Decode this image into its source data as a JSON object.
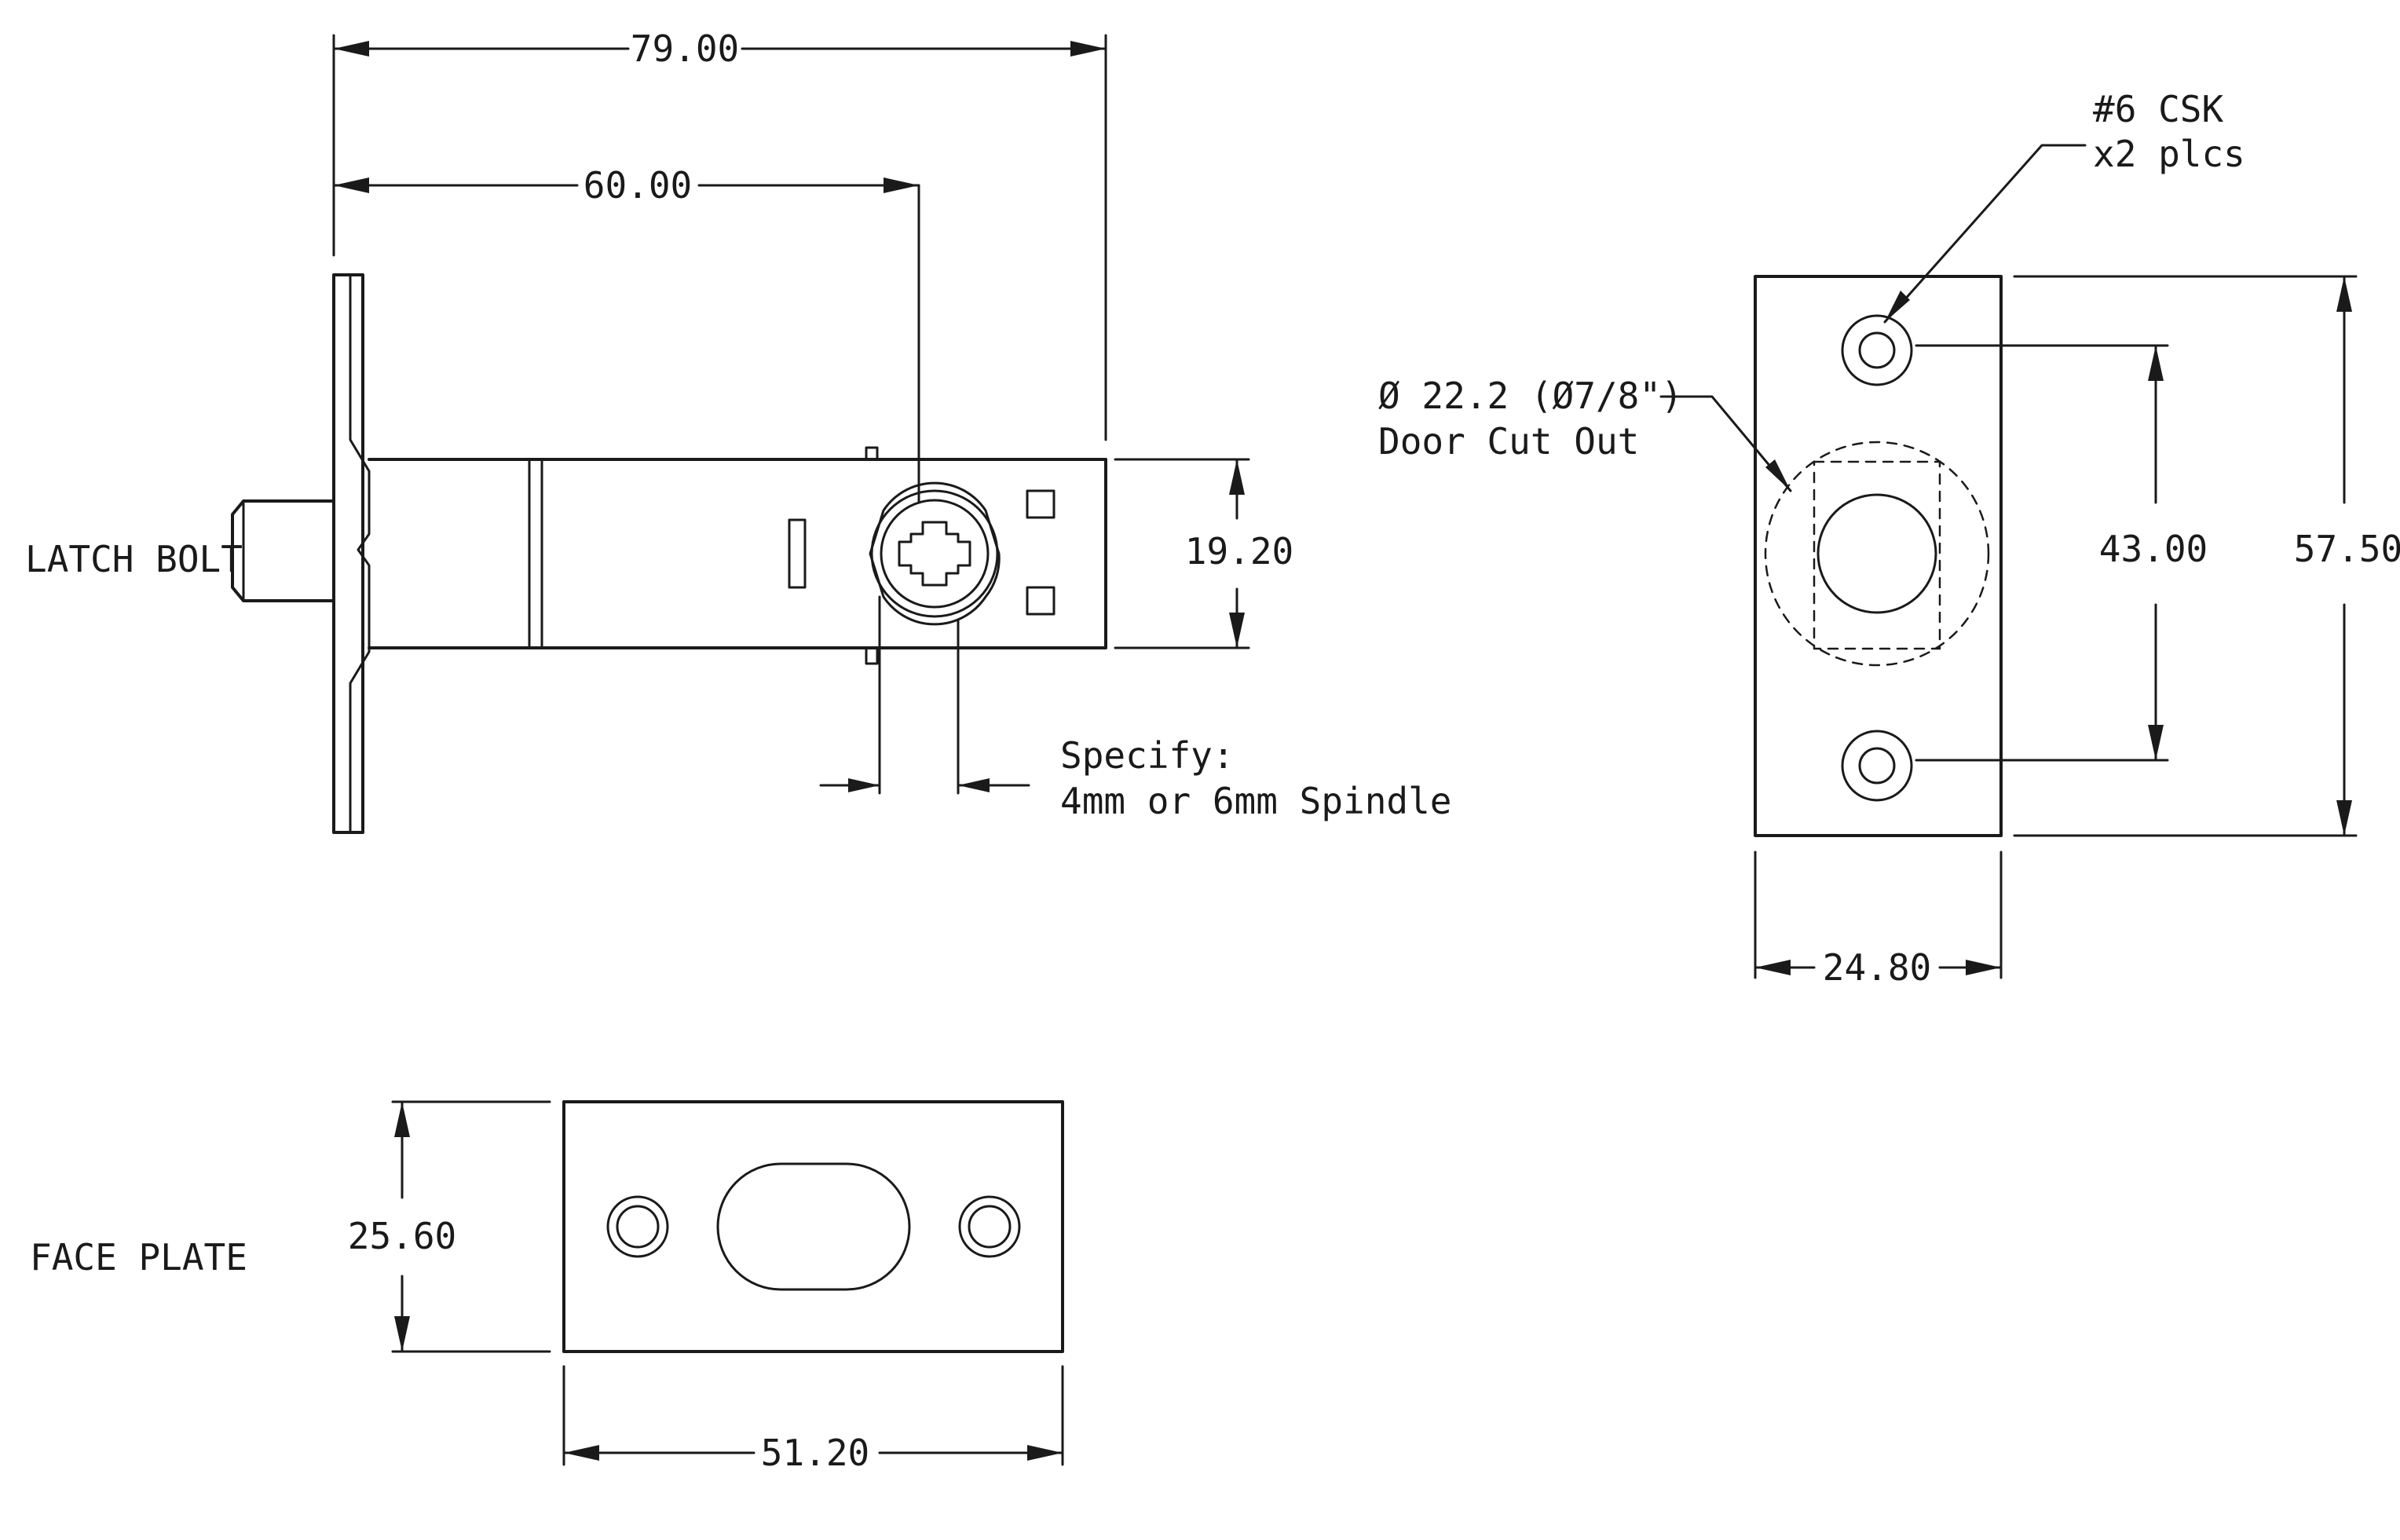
{
  "latch_view": {
    "label": "LATCH BOLT",
    "dim_overall": "79.00",
    "dim_backset": "60.00",
    "dim_height": "19.20",
    "spindle_note_line1": "Specify:",
    "spindle_note_line2": "4mm or 6mm Spindle"
  },
  "strike_view": {
    "screw_note_line1": "#6 CSK",
    "screw_note_line2": "x2 plcs",
    "cutout_note_line1": "Ø 22.2 (Ø7/8\")",
    "cutout_note_line2": "Door Cut Out",
    "dim_hole_spacing": "43.00",
    "dim_plate_height": "57.50",
    "dim_plate_width": "24.80"
  },
  "face_plate": {
    "label": "FACE PLATE",
    "dim_height": "25.60",
    "dim_width": "51.20"
  }
}
